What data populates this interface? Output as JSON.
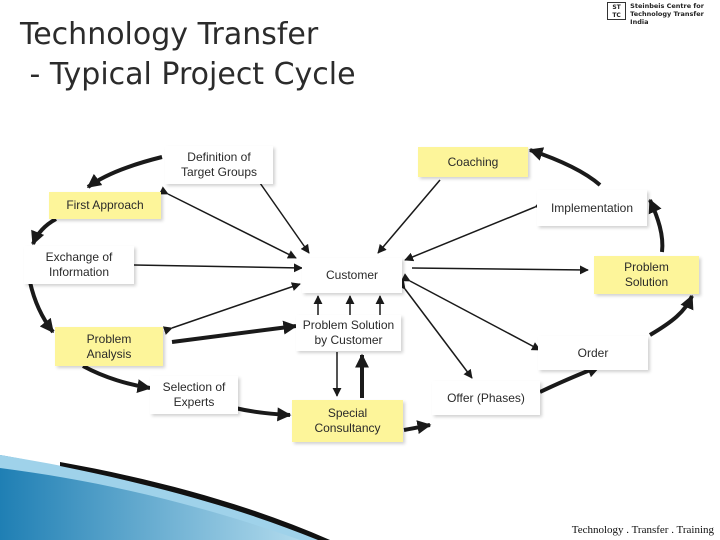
{
  "title": {
    "line1": "Technology Transfer",
    "line2": " - Typical Project Cycle"
  },
  "logo": {
    "mark_top": "ST",
    "mark_bottom": "TC",
    "text": "Steinbeis Centre for\nTechnology Transfer India"
  },
  "nodes": {
    "definition": "Definition of\nTarget Groups",
    "first_approach": "First Approach",
    "exchange": "Exchange of\nInformation",
    "problem_analysis": "Problem\nAnalysis",
    "selection": "Selection of\nExperts",
    "special": "Special\nConsultancy",
    "customer": "Customer",
    "problem_solution_customer": "Problem Solution\nby Customer",
    "coaching": "Coaching",
    "implementation": "Implementation",
    "problem_solution": "Problem\nSolution",
    "order": "Order",
    "offer": "Offer (Phases)"
  },
  "colors": {
    "highlight": "#fdf59a",
    "arrow": "#1a1a1a",
    "slide_accent": "#2a8fc0"
  },
  "footer": "Technology . Transfer . Training"
}
